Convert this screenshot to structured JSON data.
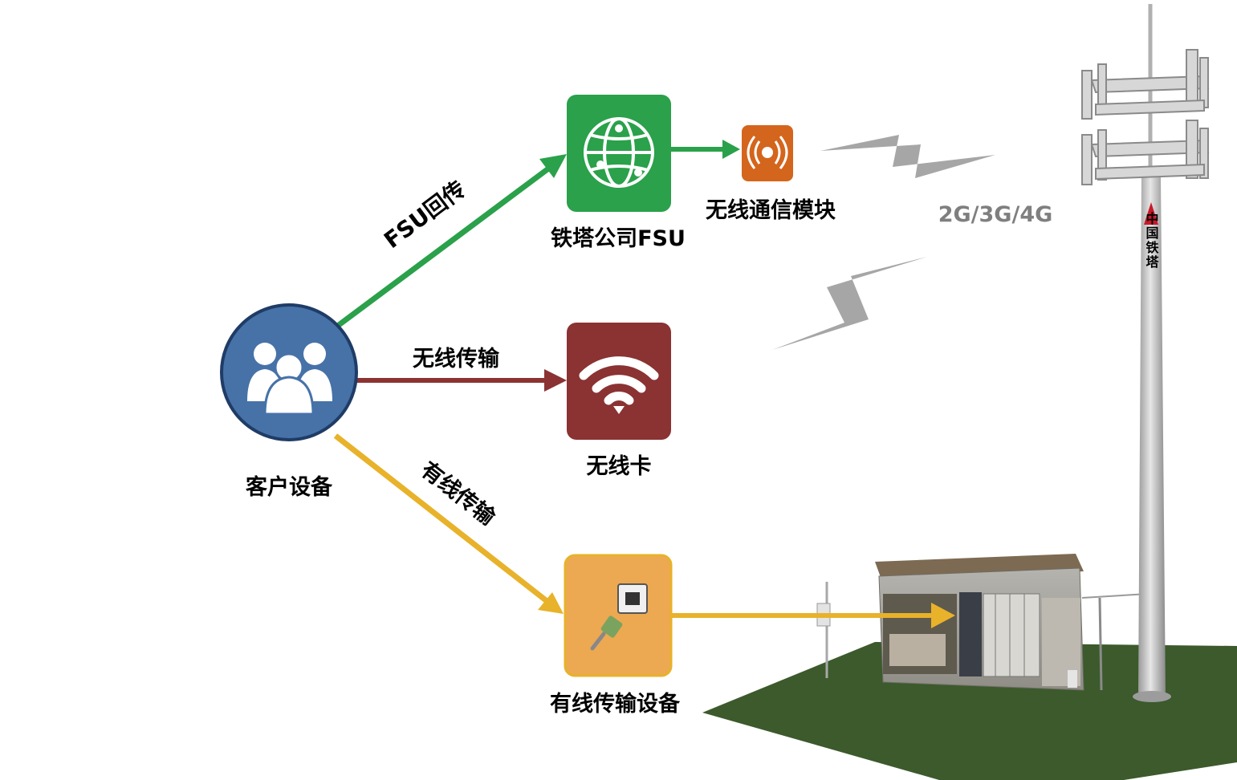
{
  "labels": {
    "customer_device": "客户设备",
    "fsu_backhaul": "FSU回传",
    "tower_fsu": "铁塔公司FSU",
    "wireless_module": "无线通信模块",
    "network_gen": "2G/3G/4G",
    "wireless_transmission": "无线传输",
    "wireless_card": "无线卡",
    "wired_transmission": "有线传输",
    "wired_device": "有线传输设备",
    "tower_brand": "中国铁塔"
  },
  "colors": {
    "customer_circle": "#4672a8",
    "fsu_green": "#2aa14a",
    "module_orange": "#d4651c",
    "wireless_red": "#8b3232",
    "wired_yellow": "#e8b22a",
    "wired_box": "#eda852",
    "signal_gray": "#a6a6a6",
    "ground_green": "#3c5a2c"
  },
  "icons": {
    "customer_device": "users-group-icon",
    "tower_fsu": "globe-network-icon",
    "wireless_module": "radio-signal-icon",
    "wireless_card": "wifi-icon",
    "wired_device": "ethernet-plug-icon"
  }
}
